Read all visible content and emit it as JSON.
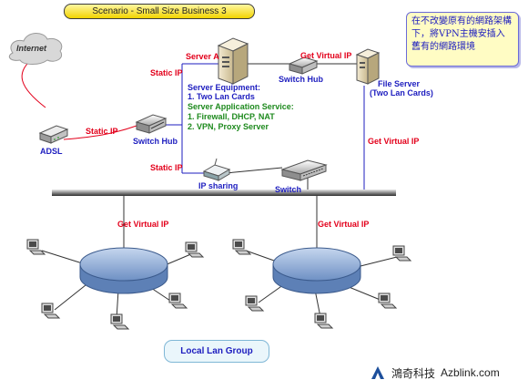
{
  "title": "Scenario - Small Size Business 3",
  "note": "在不改變原有的網路架構下，將VPN主機安插入舊有的網路環境",
  "labels": {
    "internet": "Internet",
    "adsl": "ADSL",
    "switch_hub_left": "Switch Hub",
    "switch_hub_top": "Switch Hub",
    "static_ip_1": "Static IP",
    "static_ip_2": "Static IP",
    "static_ip_3": "Static IP",
    "server_a": "Server A",
    "get_virtual_ip_top": "Get Virtual IP",
    "get_virtual_ip_right": "Get Virtual IP",
    "get_virtual_ip_left_lan": "Get Virtual IP",
    "get_virtual_ip_right_lan": "Get Virtual IP",
    "file_server_1": "File Server",
    "file_server_2": "(Two Lan Cards)",
    "ip_sharing": "IP sharing",
    "switch": "Switch",
    "local_lan_group": "Local Lan Group"
  },
  "server_info": {
    "equipment_title": "Server Equipment:",
    "equipment_item": "1. Two Lan Cards",
    "service_title": "Server Application Service:",
    "service_item_1": "1. Firewall, DHCP, NAT",
    "service_item_2": "2. VPN, Proxy Server"
  },
  "brand": {
    "cn": "鴻奇科技",
    "en": "Azblink.com"
  },
  "colors": {
    "label_red": "#e3001b",
    "label_blue": "#1d1dbf",
    "label_green": "#1e8a1e",
    "title_fill": "#f2d400",
    "note_fill": "#fffcc4",
    "lan_disk": "#8fb0d8"
  },
  "icons": {
    "cloud": "cloud-icon",
    "modem": "modem-icon",
    "hub": "switch-hub-icon",
    "server": "server-icon",
    "router": "router-icon",
    "switch": "switch-icon",
    "pc": "computer-icon",
    "lan": "lan-disk-icon",
    "logo": "azblink-logo-icon"
  }
}
